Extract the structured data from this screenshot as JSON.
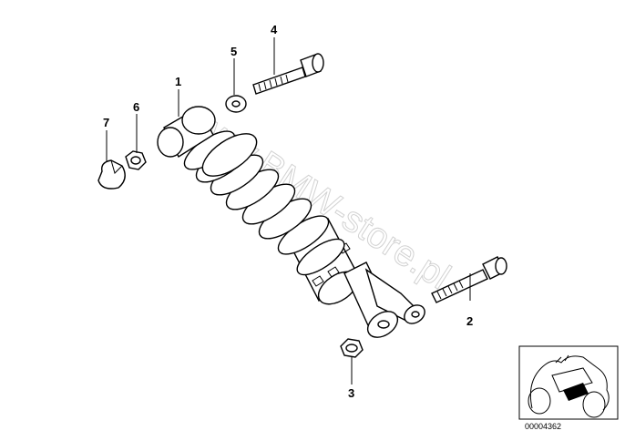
{
  "diagram": {
    "callouts": [
      {
        "id": "1",
        "text": "1"
      },
      {
        "id": "2",
        "text": "2"
      },
      {
        "id": "3",
        "text": "3"
      },
      {
        "id": "4",
        "text": "4"
      },
      {
        "id": "5",
        "text": "5"
      },
      {
        "id": "6",
        "text": "6"
      },
      {
        "id": "7",
        "text": "7"
      }
    ],
    "document_number": "00004362",
    "watermark": "www.BMW-store.pl"
  }
}
